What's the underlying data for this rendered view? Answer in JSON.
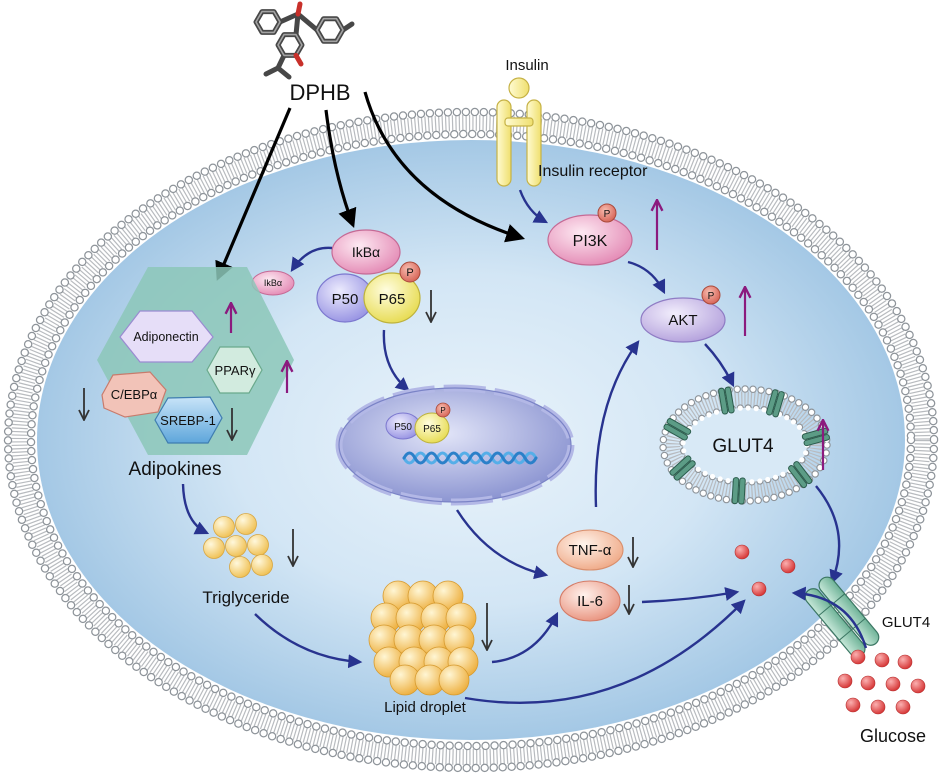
{
  "labels": {
    "compound": "DPHB",
    "insulin": "Insulin",
    "insulin_receptor": "Insulin receptor",
    "pi3k": "PI3K",
    "akt": "AKT",
    "phospho": "P",
    "glut4_vesicle": "GLUT4",
    "glut4_membrane": "GLUT4",
    "ikba": "IkBα",
    "ikba_released": "IkBα",
    "p50": "P50",
    "p65": "P65",
    "nucleus_p50": "P50",
    "nucleus_p65": "P65",
    "adiponectin": "Adiponectin",
    "ppar_gamma": "PPARγ",
    "cebp_alpha": "C/EBPα",
    "srebp1": "SREBP-1",
    "adipokines": "Adipokines",
    "triglyceride": "Triglyceride",
    "lipid_droplet": "Lipid droplet",
    "tnf_alpha": "TNF-α",
    "il6": "IL-6",
    "glucose": "Glucose"
  },
  "colors": {
    "activation_arrow": "#28338f",
    "upregulation_arrow": "#8b1a7e",
    "downregulation_arrow": "#333333",
    "compound_arrow": "#000000"
  }
}
